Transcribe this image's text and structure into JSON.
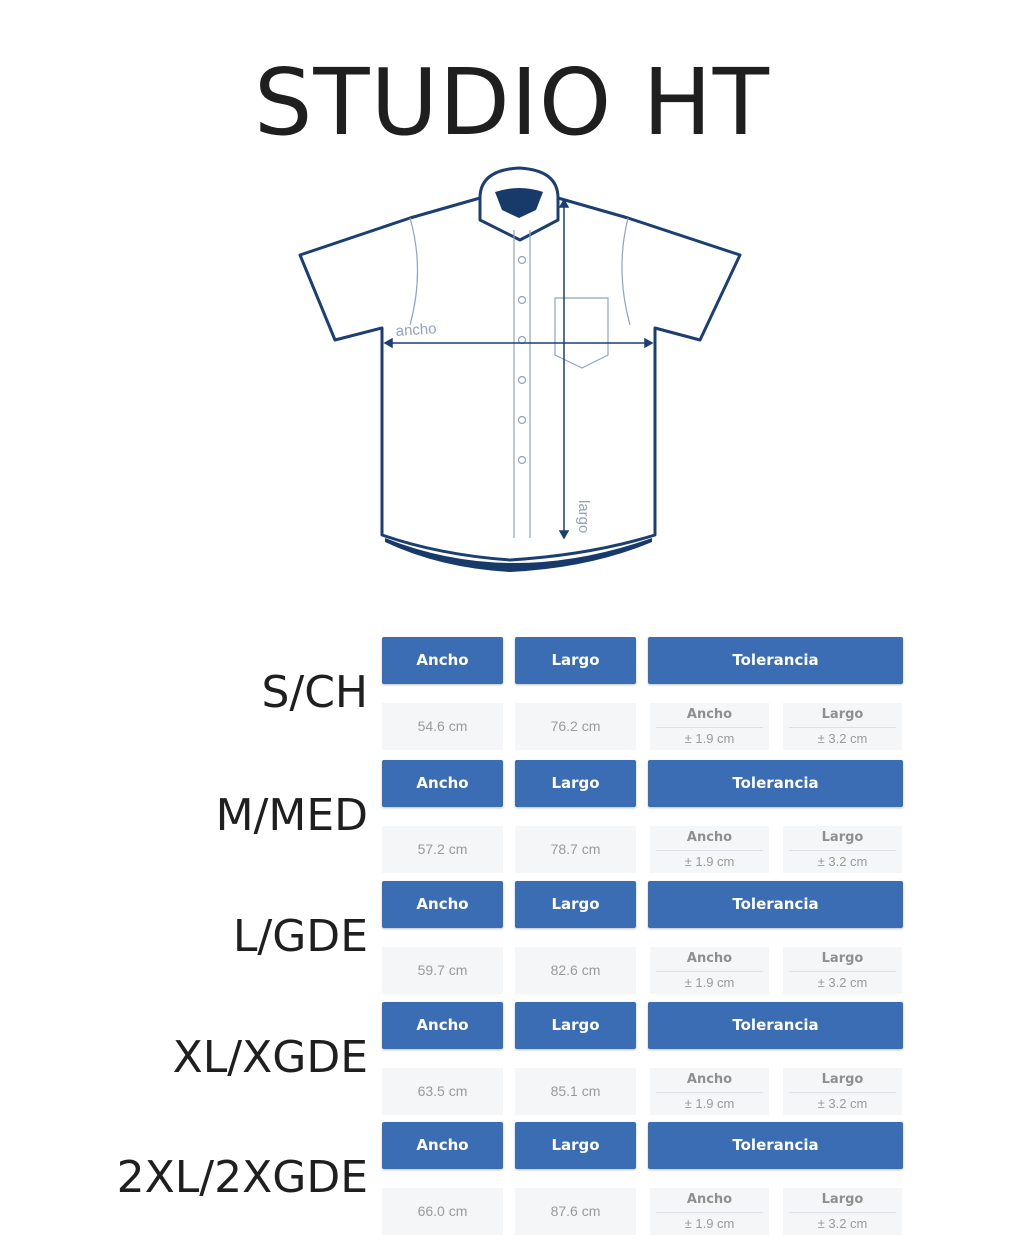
{
  "brand": "STUDIO HT",
  "diagram": {
    "width_label": "ancho",
    "length_label": "largo",
    "outline_color": "#1c3f73",
    "accent_color": "#173a6b"
  },
  "colors": {
    "header_bg": "#3a6db3",
    "cell_bg": "#f4f6f8"
  },
  "sizes": [
    {
      "label": "S/CH",
      "headers": {
        "ancho": "Ancho",
        "largo": "Largo",
        "tolerancia": "Tolerancia"
      },
      "ancho": "54.6 cm",
      "largo": "76.2 cm",
      "tol_ancho_label": "Ancho",
      "tol_ancho": "± 1.9 cm",
      "tol_largo_label": "Largo",
      "tol_largo": "± 3.2 cm"
    },
    {
      "label": "M/MED",
      "headers": {
        "ancho": "Ancho",
        "largo": "Largo",
        "tolerancia": "Tolerancia"
      },
      "ancho": "57.2 cm",
      "largo": "78.7 cm",
      "tol_ancho_label": "Ancho",
      "tol_ancho": "± 1.9 cm",
      "tol_largo_label": "Largo",
      "tol_largo": "± 3.2 cm"
    },
    {
      "label": "L/GDE",
      "headers": {
        "ancho": "Ancho",
        "largo": "Largo",
        "tolerancia": "Tolerancia"
      },
      "ancho": "59.7 cm",
      "largo": "82.6 cm",
      "tol_ancho_label": "Ancho",
      "tol_ancho": "± 1.9 cm",
      "tol_largo_label": "Largo",
      "tol_largo": "± 3.2 cm"
    },
    {
      "label": "XL/XGDE",
      "headers": {
        "ancho": "Ancho",
        "largo": "Largo",
        "tolerancia": "Tolerancia"
      },
      "ancho": "63.5 cm",
      "largo": "85.1 cm",
      "tol_ancho_label": "Ancho",
      "tol_ancho": "± 1.9 cm",
      "tol_largo_label": "Largo",
      "tol_largo": "± 3.2 cm"
    },
    {
      "label": "2XL/2XGDE",
      "headers": {
        "ancho": "Ancho",
        "largo": "Largo",
        "tolerancia": "Tolerancia"
      },
      "ancho": "66.0 cm",
      "largo": "87.6 cm",
      "tol_ancho_label": "Ancho",
      "tol_ancho": "± 1.9 cm",
      "tol_largo_label": "Largo",
      "tol_largo": "± 3.2 cm"
    }
  ]
}
